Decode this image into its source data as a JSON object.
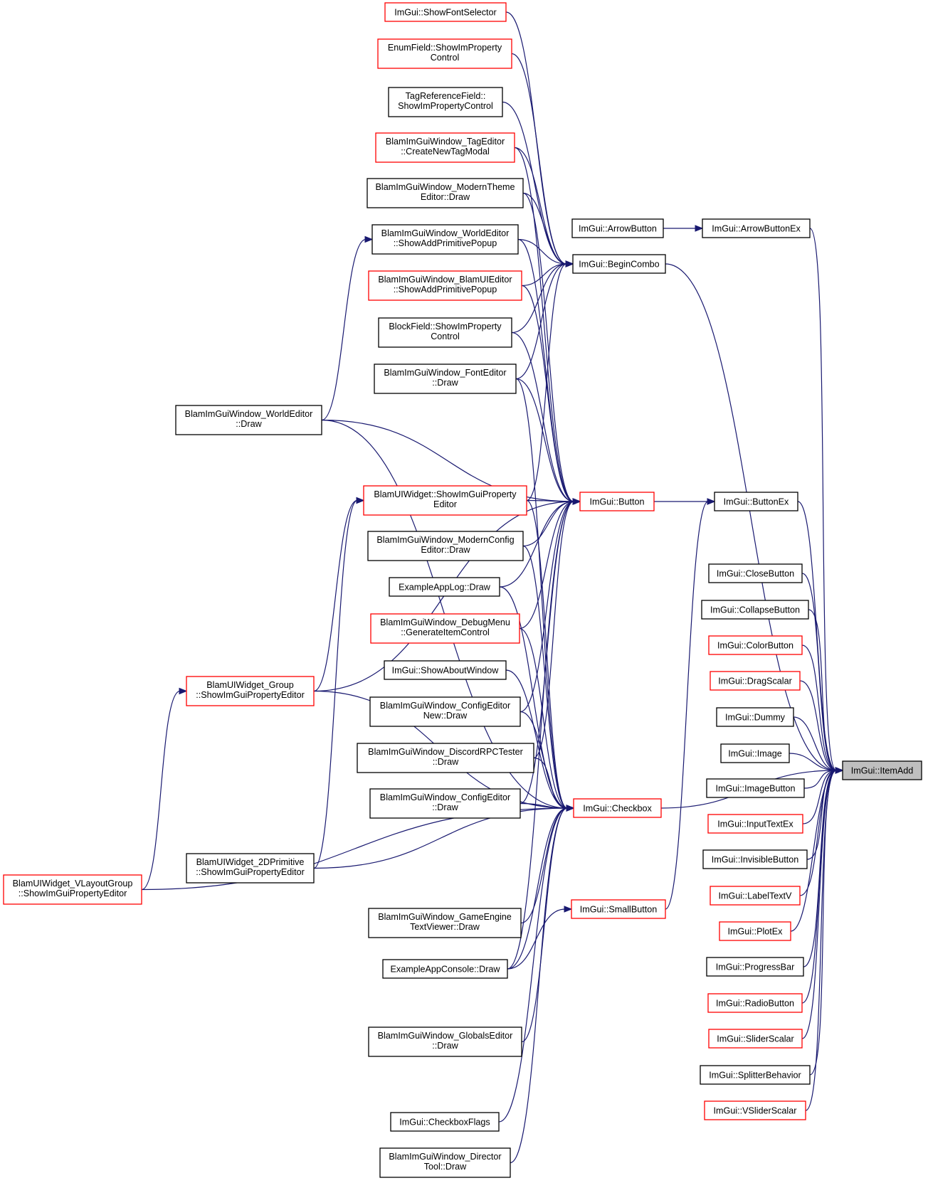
{
  "diagram": {
    "title": "",
    "colors": {
      "edge": "#191970",
      "node_border_default": "#000000",
      "node_border_truncated": "#ff0000",
      "focus_fill": "#bfbfbf",
      "background": "#ffffff"
    },
    "nodes": [
      {
        "id": "n_fontsel",
        "lines": [
          "ImGui::ShowFontSelector"
        ],
        "border": "red"
      },
      {
        "id": "n_enum",
        "lines": [
          "EnumField::ShowImProperty",
          "Control"
        ],
        "border": "red"
      },
      {
        "id": "n_tagref",
        "lines": [
          "TagReferenceField::",
          "ShowImPropertyControl"
        ],
        "border": "black"
      },
      {
        "id": "n_tagedit",
        "lines": [
          "BlamImGuiWindow_TagEditor",
          "::CreateNewTagModal"
        ],
        "border": "red"
      },
      {
        "id": "n_modtheme",
        "lines": [
          "BlamImGuiWindow_ModernTheme",
          "Editor::Draw"
        ],
        "border": "black"
      },
      {
        "id": "n_wedpop",
        "lines": [
          "BlamImGuiWindow_WorldEditor",
          "::ShowAddPrimitivePopup"
        ],
        "border": "black"
      },
      {
        "id": "n_blamuipop",
        "lines": [
          "BlamImGuiWindow_BlamUIEditor",
          "::ShowAddPrimitivePopup"
        ],
        "border": "red"
      },
      {
        "id": "n_block",
        "lines": [
          "BlockField::ShowImProperty",
          "Control"
        ],
        "border": "black"
      },
      {
        "id": "n_font",
        "lines": [
          "BlamImGuiWindow_FontEditor",
          "::Draw"
        ],
        "border": "black"
      },
      {
        "id": "n_wedraw",
        "lines": [
          "BlamImGuiWindow_WorldEditor",
          "::Draw"
        ],
        "border": "black"
      },
      {
        "id": "n_uiwidget",
        "lines": [
          "BlamUIWidget::ShowImGuiProperty",
          "Editor"
        ],
        "border": "red"
      },
      {
        "id": "n_modcfg",
        "lines": [
          "BlamImGuiWindow_ModernConfig",
          "Editor::Draw"
        ],
        "border": "black"
      },
      {
        "id": "n_applog",
        "lines": [
          "ExampleAppLog::Draw"
        ],
        "border": "black"
      },
      {
        "id": "n_debug",
        "lines": [
          "BlamImGuiWindow_DebugMenu",
          "::GenerateItemControl"
        ],
        "border": "red"
      },
      {
        "id": "n_about",
        "lines": [
          "ImGui::ShowAboutWindow"
        ],
        "border": "black"
      },
      {
        "id": "n_cfgnew",
        "lines": [
          "BlamImGuiWindow_ConfigEditor",
          "New::Draw"
        ],
        "border": "black"
      },
      {
        "id": "n_discord",
        "lines": [
          "BlamImGuiWindow_DiscordRPCTester",
          "::Draw"
        ],
        "border": "black"
      },
      {
        "id": "n_cfged",
        "lines": [
          "BlamImGuiWindow_ConfigEditor",
          "::Draw"
        ],
        "border": "black"
      },
      {
        "id": "n_group",
        "lines": [
          "BlamUIWidget_Group",
          "::ShowImGuiPropertyEditor"
        ],
        "border": "red"
      },
      {
        "id": "n_2dprim",
        "lines": [
          "BlamUIWidget_2DPrimitive",
          "::ShowImGuiPropertyEditor"
        ],
        "border": "black"
      },
      {
        "id": "n_vlayout",
        "lines": [
          "BlamUIWidget_VLayoutGroup",
          "::ShowImGuiPropertyEditor"
        ],
        "border": "red"
      },
      {
        "id": "n_gametext",
        "lines": [
          "BlamImGuiWindow_GameEngine",
          "TextViewer::Draw"
        ],
        "border": "black"
      },
      {
        "id": "n_console",
        "lines": [
          "ExampleAppConsole::Draw"
        ],
        "border": "black"
      },
      {
        "id": "n_globals",
        "lines": [
          "BlamImGuiWindow_GlobalsEditor",
          "::Draw"
        ],
        "border": "black"
      },
      {
        "id": "n_cbflags",
        "lines": [
          "ImGui::CheckboxFlags"
        ],
        "border": "black"
      },
      {
        "id": "n_director",
        "lines": [
          "BlamImGuiWindow_Director",
          "Tool::Draw"
        ],
        "border": "black"
      },
      {
        "id": "n_arrow",
        "lines": [
          "ImGui::ArrowButton"
        ],
        "border": "black"
      },
      {
        "id": "n_begincombo",
        "lines": [
          "ImGui::BeginCombo"
        ],
        "border": "black"
      },
      {
        "id": "n_button",
        "lines": [
          "ImGui::Button"
        ],
        "border": "red"
      },
      {
        "id": "n_checkbox",
        "lines": [
          "ImGui::Checkbox"
        ],
        "border": "red"
      },
      {
        "id": "n_small",
        "lines": [
          "ImGui::SmallButton"
        ],
        "border": "red"
      },
      {
        "id": "n_arrowex",
        "lines": [
          "ImGui::ArrowButtonEx"
        ],
        "border": "black"
      },
      {
        "id": "n_buttonex",
        "lines": [
          "ImGui::ButtonEx"
        ],
        "border": "black"
      },
      {
        "id": "n_close",
        "lines": [
          "ImGui::CloseButton"
        ],
        "border": "black"
      },
      {
        "id": "n_collapse",
        "lines": [
          "ImGui::CollapseButton"
        ],
        "border": "black"
      },
      {
        "id": "n_color",
        "lines": [
          "ImGui::ColorButton"
        ],
        "border": "red"
      },
      {
        "id": "n_drag",
        "lines": [
          "ImGui::DragScalar"
        ],
        "border": "red"
      },
      {
        "id": "n_dummy",
        "lines": [
          "ImGui::Dummy"
        ],
        "border": "black"
      },
      {
        "id": "n_image",
        "lines": [
          "ImGui::Image"
        ],
        "border": "black"
      },
      {
        "id": "n_imgbtn",
        "lines": [
          "ImGui::ImageButton"
        ],
        "border": "black"
      },
      {
        "id": "n_input",
        "lines": [
          "ImGui::InputTextEx"
        ],
        "border": "red"
      },
      {
        "id": "n_invis",
        "lines": [
          "ImGui::InvisibleButton"
        ],
        "border": "black"
      },
      {
        "id": "n_label",
        "lines": [
          "ImGui::LabelTextV"
        ],
        "border": "red"
      },
      {
        "id": "n_plot",
        "lines": [
          "ImGui::PlotEx"
        ],
        "border": "red"
      },
      {
        "id": "n_progress",
        "lines": [
          "ImGui::ProgressBar"
        ],
        "border": "black"
      },
      {
        "id": "n_radio",
        "lines": [
          "ImGui::RadioButton"
        ],
        "border": "red"
      },
      {
        "id": "n_slider",
        "lines": [
          "ImGui::SliderScalar"
        ],
        "border": "red"
      },
      {
        "id": "n_splitter",
        "lines": [
          "ImGui::SplitterBehavior"
        ],
        "border": "black"
      },
      {
        "id": "n_vslider",
        "lines": [
          "ImGui::VSliderScalar"
        ],
        "border": "red"
      },
      {
        "id": "n_itemadd",
        "lines": [
          "ImGui::ItemAdd"
        ],
        "border": "focus"
      }
    ],
    "edges": [
      {
        "from": "n_fontsel",
        "to": "n_begincombo"
      },
      {
        "from": "n_enum",
        "to": "n_begincombo"
      },
      {
        "from": "n_tagref",
        "to": "n_begincombo"
      },
      {
        "from": "n_tagedit",
        "to": "n_begincombo"
      },
      {
        "from": "n_tagedit",
        "to": "n_button"
      },
      {
        "from": "n_modtheme",
        "to": "n_begincombo"
      },
      {
        "from": "n_modtheme",
        "to": "n_button"
      },
      {
        "from": "n_wedpop",
        "to": "n_begincombo"
      },
      {
        "from": "n_wedpop",
        "to": "n_button"
      },
      {
        "from": "n_blamuipop",
        "to": "n_begincombo"
      },
      {
        "from": "n_blamuipop",
        "to": "n_button"
      },
      {
        "from": "n_block",
        "to": "n_begincombo"
      },
      {
        "from": "n_block",
        "to": "n_button"
      },
      {
        "from": "n_font",
        "to": "n_begincombo"
      },
      {
        "from": "n_font",
        "to": "n_button"
      },
      {
        "from": "n_font",
        "to": "n_checkbox"
      },
      {
        "from": "n_wedraw",
        "to": "n_wedpop"
      },
      {
        "from": "n_wedraw",
        "to": "n_button"
      },
      {
        "from": "n_wedraw",
        "to": "n_checkbox"
      },
      {
        "from": "n_uiwidget",
        "to": "n_begincombo"
      },
      {
        "from": "n_uiwidget",
        "to": "n_button"
      },
      {
        "from": "n_uiwidget",
        "to": "n_checkbox"
      },
      {
        "from": "n_modcfg",
        "to": "n_button"
      },
      {
        "from": "n_modcfg",
        "to": "n_checkbox"
      },
      {
        "from": "n_applog",
        "to": "n_button"
      },
      {
        "from": "n_applog",
        "to": "n_checkbox"
      },
      {
        "from": "n_debug",
        "to": "n_button"
      },
      {
        "from": "n_debug",
        "to": "n_checkbox"
      },
      {
        "from": "n_about",
        "to": "n_checkbox"
      },
      {
        "from": "n_cfgnew",
        "to": "n_button"
      },
      {
        "from": "n_cfgnew",
        "to": "n_checkbox"
      },
      {
        "from": "n_discord",
        "to": "n_button"
      },
      {
        "from": "n_discord",
        "to": "n_checkbox"
      },
      {
        "from": "n_cfged",
        "to": "n_button"
      },
      {
        "from": "n_cfged",
        "to": "n_checkbox"
      },
      {
        "from": "n_group",
        "to": "n_uiwidget"
      },
      {
        "from": "n_group",
        "to": "n_button"
      },
      {
        "from": "n_group",
        "to": "n_checkbox"
      },
      {
        "from": "n_2dprim",
        "to": "n_uiwidget"
      },
      {
        "from": "n_2dprim",
        "to": "n_checkbox"
      },
      {
        "from": "n_vlayout",
        "to": "n_group"
      },
      {
        "from": "n_vlayout",
        "to": "n_checkbox"
      },
      {
        "from": "n_gametext",
        "to": "n_checkbox"
      },
      {
        "from": "n_console",
        "to": "n_button"
      },
      {
        "from": "n_console",
        "to": "n_checkbox"
      },
      {
        "from": "n_console",
        "to": "n_small"
      },
      {
        "from": "n_globals",
        "to": "n_checkbox"
      },
      {
        "from": "n_cbflags",
        "to": "n_checkbox"
      },
      {
        "from": "n_director",
        "to": "n_checkbox"
      },
      {
        "from": "n_arrow",
        "to": "n_arrowex"
      },
      {
        "from": "n_begincombo",
        "to": "n_itemadd"
      },
      {
        "from": "n_button",
        "to": "n_buttonex"
      },
      {
        "from": "n_small",
        "to": "n_buttonex"
      },
      {
        "from": "n_checkbox",
        "to": "n_itemadd"
      },
      {
        "from": "n_arrowex",
        "to": "n_itemadd"
      },
      {
        "from": "n_buttonex",
        "to": "n_itemadd"
      },
      {
        "from": "n_close",
        "to": "n_itemadd"
      },
      {
        "from": "n_collapse",
        "to": "n_itemadd"
      },
      {
        "from": "n_color",
        "to": "n_itemadd"
      },
      {
        "from": "n_drag",
        "to": "n_itemadd"
      },
      {
        "from": "n_dummy",
        "to": "n_itemadd"
      },
      {
        "from": "n_image",
        "to": "n_itemadd"
      },
      {
        "from": "n_imgbtn",
        "to": "n_itemadd"
      },
      {
        "from": "n_input",
        "to": "n_itemadd"
      },
      {
        "from": "n_invis",
        "to": "n_itemadd"
      },
      {
        "from": "n_label",
        "to": "n_itemadd"
      },
      {
        "from": "n_plot",
        "to": "n_itemadd"
      },
      {
        "from": "n_progress",
        "to": "n_itemadd"
      },
      {
        "from": "n_radio",
        "to": "n_itemadd"
      },
      {
        "from": "n_slider",
        "to": "n_itemadd"
      },
      {
        "from": "n_splitter",
        "to": "n_itemadd"
      },
      {
        "from": "n_vslider",
        "to": "n_itemadd"
      }
    ]
  }
}
